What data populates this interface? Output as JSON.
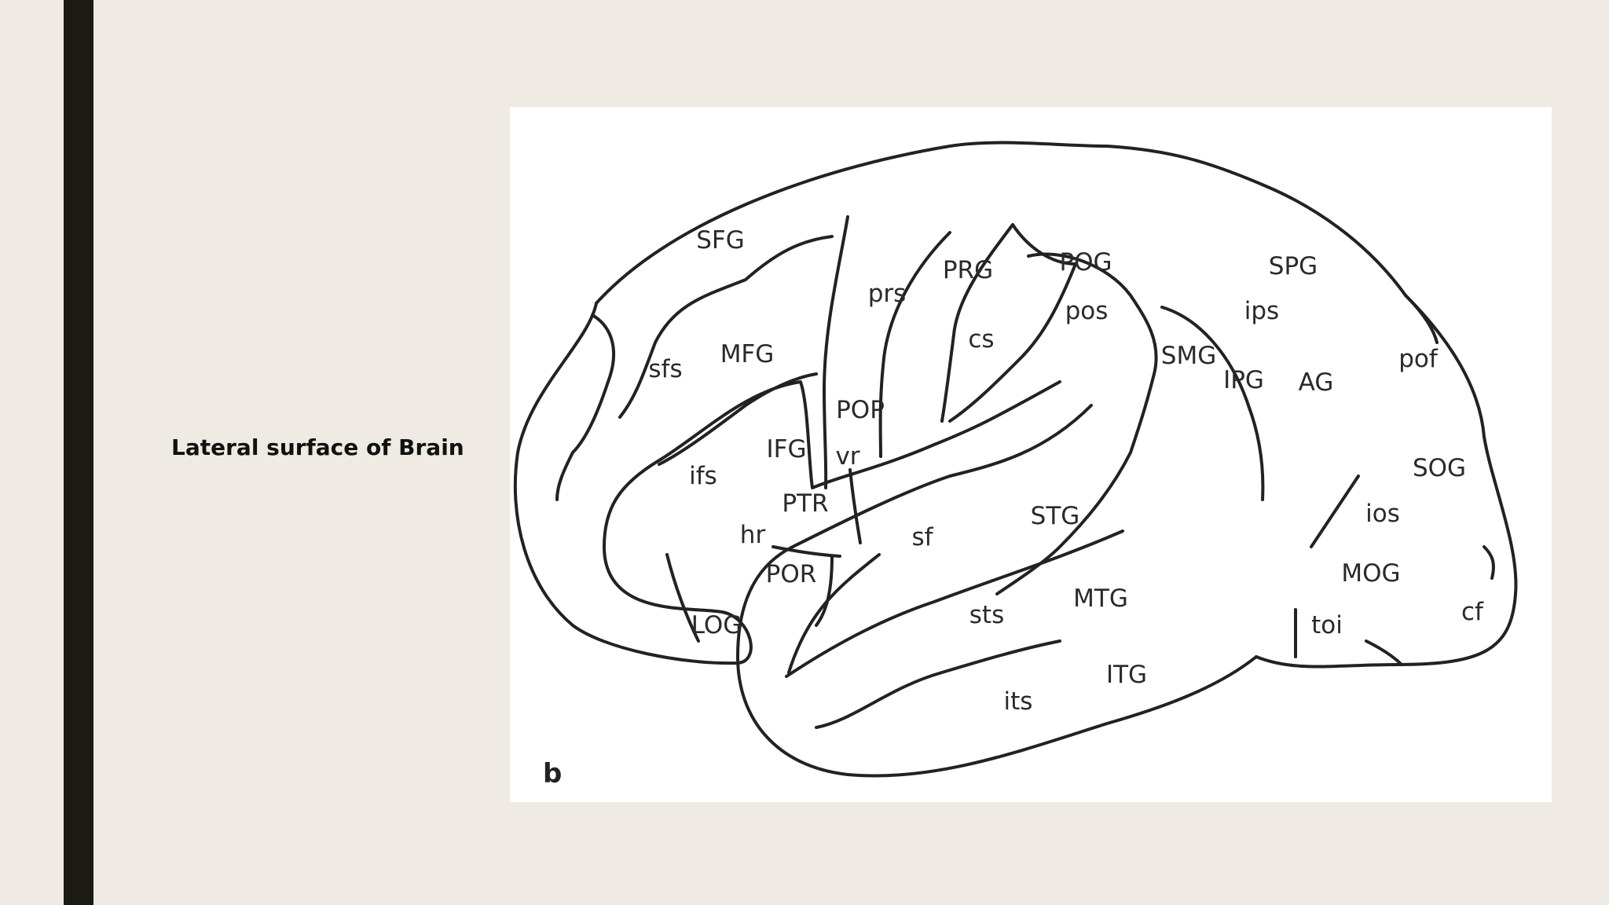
{
  "slide": {
    "accent_color": "#1c1b13",
    "background_color": "#efebe4",
    "caption": "Lateral surface of Brain"
  },
  "figure": {
    "panel_letter": "b",
    "labels": {
      "sfg": "SFG",
      "prg": "PRG",
      "pog": "POG",
      "spg": "SPG",
      "prs": "prs",
      "ips": "ips",
      "pos": "pos",
      "cs": "cs",
      "sfs": "sfs",
      "mfg": "MFG",
      "smg": "SMG",
      "pof": "pof",
      "ipg": "IPG",
      "ag": "AG",
      "pop": "POP",
      "ifg": "IFG",
      "vr": "vr",
      "ifs": "ifs",
      "sog": "SOG",
      "ptr": "PTR",
      "stg": "STG",
      "ios": "ios",
      "hr": "hr",
      "sf": "sf",
      "por": "POR",
      "mog": "MOG",
      "mtg": "MTG",
      "cf": "cf",
      "sts": "sts",
      "log": "LOG",
      "toi": "toi",
      "itg": "ITG",
      "its": "its"
    }
  }
}
